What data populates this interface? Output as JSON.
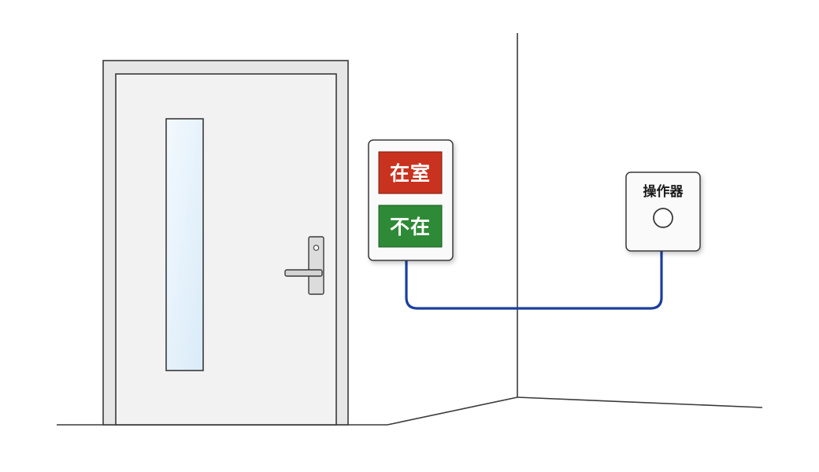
{
  "indicator": {
    "present_label": "在室",
    "absent_label": "不在"
  },
  "controller": {
    "label": "操作器"
  },
  "colors": {
    "present": "#c8321f",
    "absent": "#2e8a36",
    "cable": "#1b3f9e",
    "line": "#333333",
    "glass": "#e4f1fb"
  }
}
